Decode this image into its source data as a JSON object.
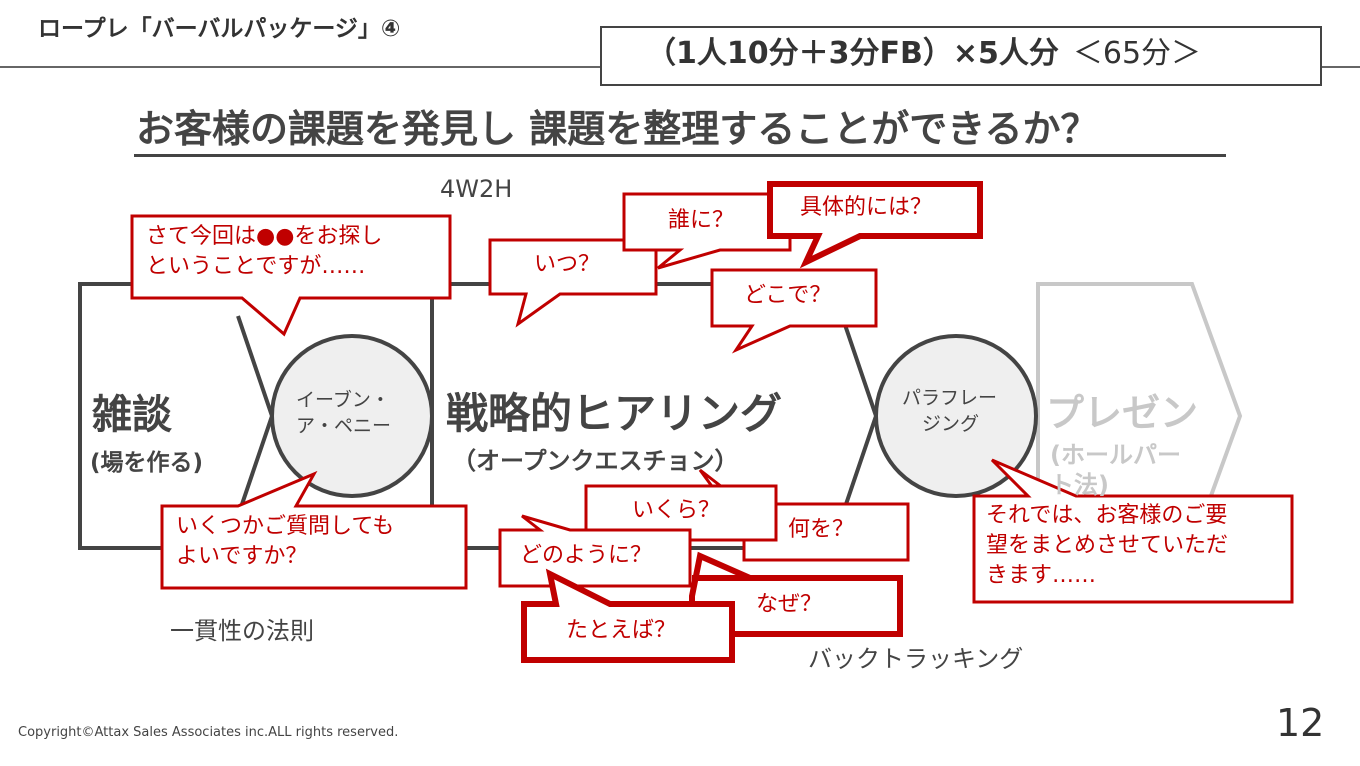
{
  "header": {
    "title": "ロープレ「バーバルパッケージ」④",
    "time": "（1人10分＋3分FB）×5人分",
    "time_total": "＜65分＞"
  },
  "question": "お客様の課題を発見し 課題を整理することができるか？",
  "flow": {
    "zatsudan_title": "雑談",
    "zatsudan_sub": "(場を作る)",
    "even_penny_line1": "イーブン・",
    "even_penny_line2": "ア・ペニー",
    "hearing_title": "戦略的ヒアリング",
    "hearing_sub": "（オープンクエスチョン）",
    "paraphrase_line1": "パラフレー",
    "paraphrase_line2": "ジング",
    "presen_title": "プレゼン",
    "presen_sub_line1": "(ホールパー",
    "presen_sub_line2": "ト法)"
  },
  "labels": {
    "w2h": "4W2H",
    "consistency": "一貫性の法則",
    "backtracking": "バックトラッキング"
  },
  "bubbles": {
    "intro_line1": "さて今回は●●をお探し",
    "intro_line2": "ということですが……",
    "ask_line1": "いくつかご質問しても",
    "ask_line2": "よいですか？",
    "when": "いつ？",
    "who": "誰に？",
    "specific": "具体的には？",
    "where": "どこで？",
    "how_much": "いくら？",
    "what": "何を？",
    "how": "どのように？",
    "why": "なぜ？",
    "example": "たとえば？",
    "summary_line1": "それでは、お客様のご要",
    "summary_line2": "望をまとめさせていただ",
    "summary_line3": "きます……"
  },
  "footer": {
    "copyright": "Copyright©Attax Sales Associates inc.ALL rights reserved.",
    "page": "12"
  },
  "colors": {
    "accent_red": "#c00000",
    "dark": "#444444",
    "grey": "#c8c8c8",
    "circle_fill": "#efefef"
  }
}
